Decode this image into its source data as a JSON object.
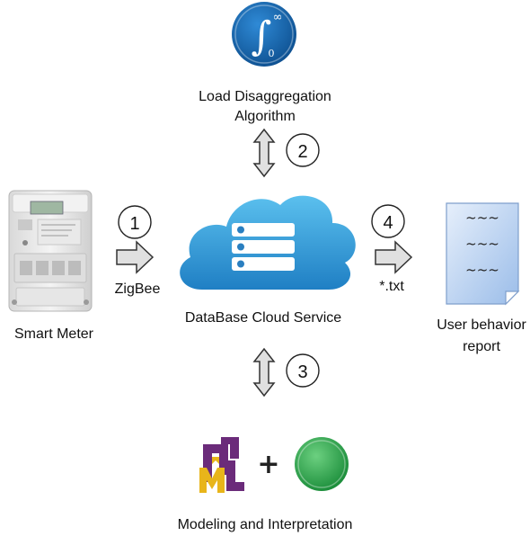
{
  "nodes": {
    "algorithm": {
      "title_line1": "Load Disaggregation",
      "title_line2": "Algorithm",
      "icon": "integral-icon",
      "icon_symbol": "∫",
      "icon_upper": "∞",
      "icon_lower": "0"
    },
    "cloud": {
      "title": "DataBase Cloud Service",
      "icon": "cloud-database-icon"
    },
    "meter": {
      "title": "Smart Meter",
      "icon": "smart-meter-icon"
    },
    "report": {
      "title_line1": "User behavior",
      "title_line2": "report",
      "icon": "document-icon",
      "lines": [
        "~~~",
        "~~~",
        "~~~"
      ]
    },
    "modeling": {
      "title": "Modeling and Interpretation",
      "icons": [
        "uml-logo",
        "plus-sign",
        "modeling-tool-logo"
      ],
      "plus": "+"
    }
  },
  "connections": [
    {
      "step": "1",
      "from": "meter",
      "to": "cloud",
      "label": "ZigBee",
      "direction": "right"
    },
    {
      "step": "2",
      "from": "cloud",
      "to": "algorithm",
      "label": "",
      "direction": "both-vertical"
    },
    {
      "step": "3",
      "from": "cloud",
      "to": "modeling",
      "label": "",
      "direction": "both-vertical"
    },
    {
      "step": "4",
      "from": "cloud",
      "to": "report",
      "label": "*.txt",
      "direction": "right"
    }
  ],
  "colors": {
    "algorithm_icon": "#1a6fb5",
    "cloud": "#3ba3d9",
    "arrow_fill": "#e0e0e0",
    "arrow_stroke": "#333333",
    "document": "#cddff6",
    "uml_purple": "#6b2b7a",
    "uml_yellow": "#e8b51a",
    "modeling_green": "#2aa24a"
  }
}
